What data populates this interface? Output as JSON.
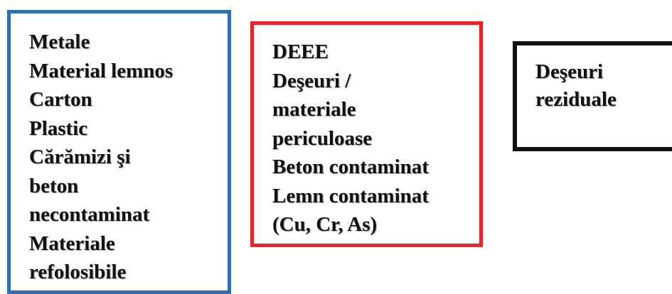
{
  "boxes": {
    "blue": {
      "color": "#2f6fb5",
      "lines": [
        "Metale",
        "Material lemnos",
        "Carton",
        "Plastic",
        "Cărămizi şi",
        "beton",
        "necontaminat",
        "Materiale",
        "refolosibile"
      ]
    },
    "red": {
      "color": "#e8232a",
      "lines": [
        "DEEE",
        "Deşeuri /",
        "materiale",
        "periculoase",
        "Beton contaminat",
        "Lemn contaminat",
        "(Cu, Cr, As)"
      ]
    },
    "black": {
      "color": "#111111",
      "lines": [
        "Deşeuri",
        "reziduale"
      ]
    }
  }
}
